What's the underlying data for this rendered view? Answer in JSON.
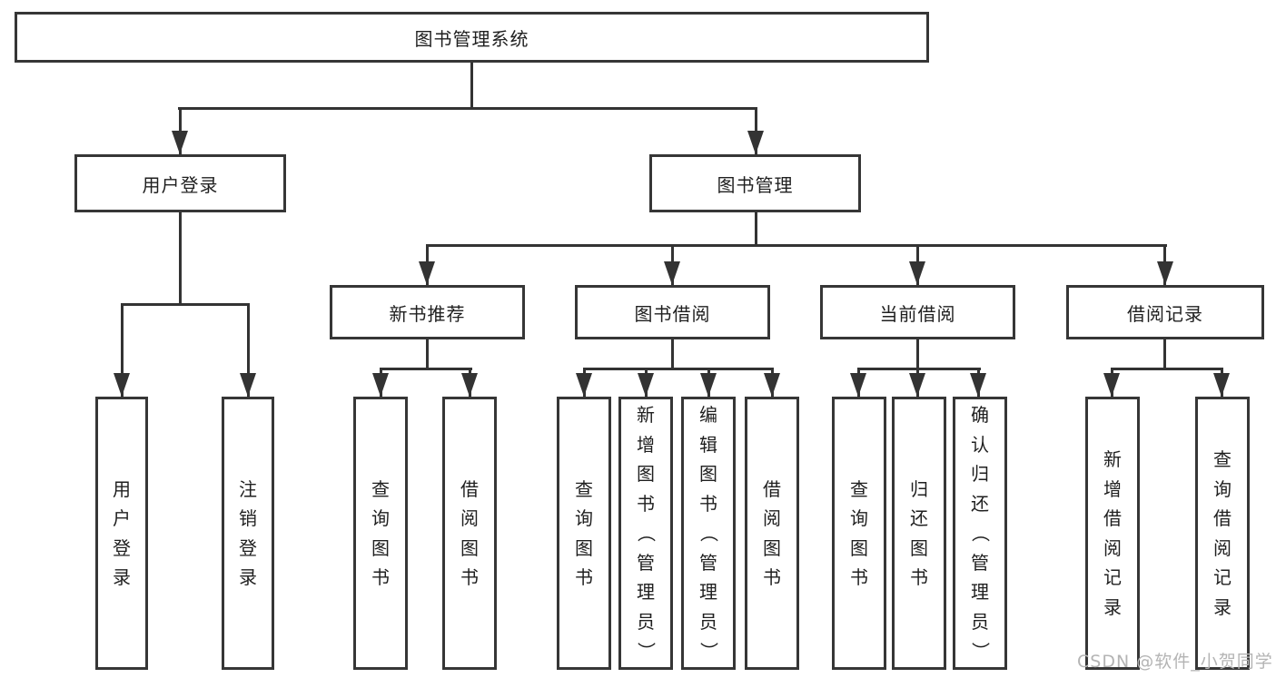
{
  "diagram": {
    "root": {
      "label": "图书管理系统"
    },
    "branches": [
      {
        "label": "用户登录",
        "children": [
          {
            "label": "用户登录"
          },
          {
            "label": "注销登录"
          }
        ]
      },
      {
        "label": "图书管理",
        "children": [
          {
            "label": "新书推荐",
            "children": [
              {
                "label": "查询图书"
              },
              {
                "label": "借阅图书"
              }
            ]
          },
          {
            "label": "图书借阅",
            "children": [
              {
                "label": "查询图书"
              },
              {
                "label": "新增图书（管理员）"
              },
              {
                "label": "编辑图书（管理员）"
              },
              {
                "label": "借阅图书"
              }
            ]
          },
          {
            "label": "当前借阅",
            "children": [
              {
                "label": "查询图书"
              },
              {
                "label": "归还图书"
              },
              {
                "label": "确认归还（管理员）"
              }
            ]
          },
          {
            "label": "借阅记录",
            "children": [
              {
                "label": "新增借阅记录"
              },
              {
                "label": "查询借阅记录"
              }
            ]
          }
        ]
      }
    ]
  },
  "watermark": {
    "text": "CSDN @软件_小贺同学"
  },
  "colors": {
    "line": "#333333",
    "border": "#363636",
    "text": "#1f1f1f",
    "watermark": "#b4b4b4",
    "background": "#ffffff"
  }
}
